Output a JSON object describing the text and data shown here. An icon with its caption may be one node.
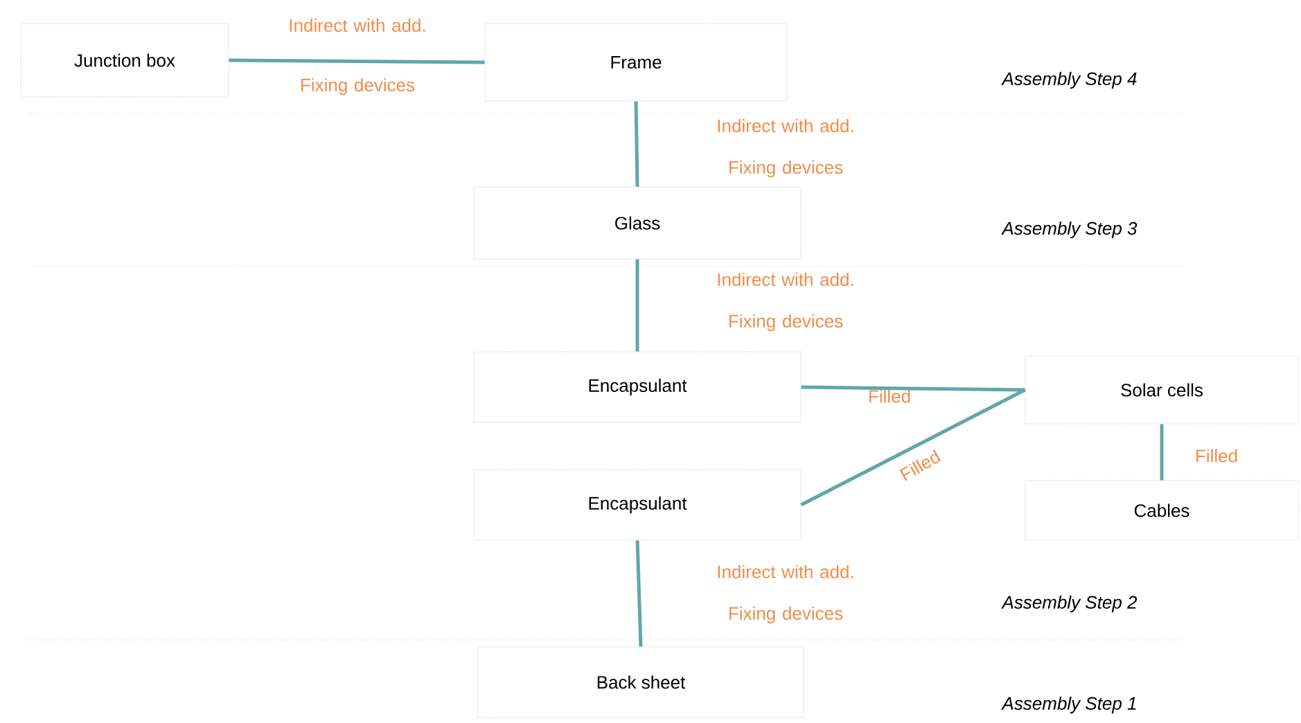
{
  "diagram": {
    "nodes": [
      {
        "text": [
          "Junction box"
        ]
      },
      {
        "text": [
          "Frame"
        ]
      },
      {
        "text": [
          "Glass"
        ]
      },
      {
        "text": [
          "Encapsulant"
        ]
      },
      {
        "text": [
          "Encapsulant"
        ]
      },
      {
        "text": [
          "Solar cells"
        ]
      },
      {
        "text": [
          "Cables"
        ]
      },
      {
        "text": [
          "Back sheet"
        ]
      }
    ],
    "edges": [
      {
        "from": 0,
        "to": 1,
        "arrow": "none",
        "label": "Indirect with add. Fixing devices"
      },
      {
        "from": 1,
        "to": 2,
        "arrow": "none",
        "label": "Indirect with add. Fixing devices"
      },
      {
        "from": 2,
        "to": 3,
        "arrow": "none",
        "label": "Indirect with add. Fixing devices"
      },
      {
        "from": 3,
        "to": 5,
        "arrow": "none",
        "label": "Filled"
      },
      {
        "from": 4,
        "to": 5,
        "arrow": "none",
        "label": "Filled"
      },
      {
        "from": 5,
        "to": 6,
        "arrow": "none",
        "label": "Filled"
      },
      {
        "from": 4,
        "to": 7,
        "arrow": "none",
        "label": "Indirect with add. Fixing devices"
      }
    ],
    "labels": [
      "Assembly Step 4",
      "Assembly Step 3",
      "Assembly Step 2",
      "Assembly Step 1"
    ]
  }
}
